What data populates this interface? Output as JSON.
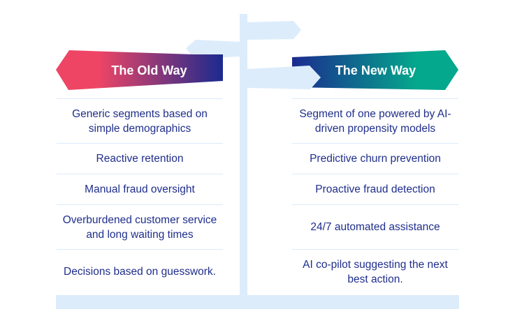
{
  "colors": {
    "post": "#dcecfb",
    "text": "#1f2e8c",
    "old_gradient": [
      "#ef4565",
      "#1b2a8f"
    ],
    "new_gradient": [
      "#1b2a8f",
      "#04a88c"
    ]
  },
  "left": {
    "title": "The Old Way",
    "items": [
      "Generic segments based on simple demographics",
      "Reactive retention",
      "Manual fraud oversight",
      "Overburdened customer service and long waiting times",
      "Decisions based on guesswork."
    ]
  },
  "right": {
    "title": "The New Way",
    "items": [
      "Segment of one powered by AI-driven propensity models",
      "Predictive churn prevention",
      "Proactive fraud detection",
      "24/7 automated assistance",
      "AI co-pilot suggesting the next best action."
    ]
  }
}
